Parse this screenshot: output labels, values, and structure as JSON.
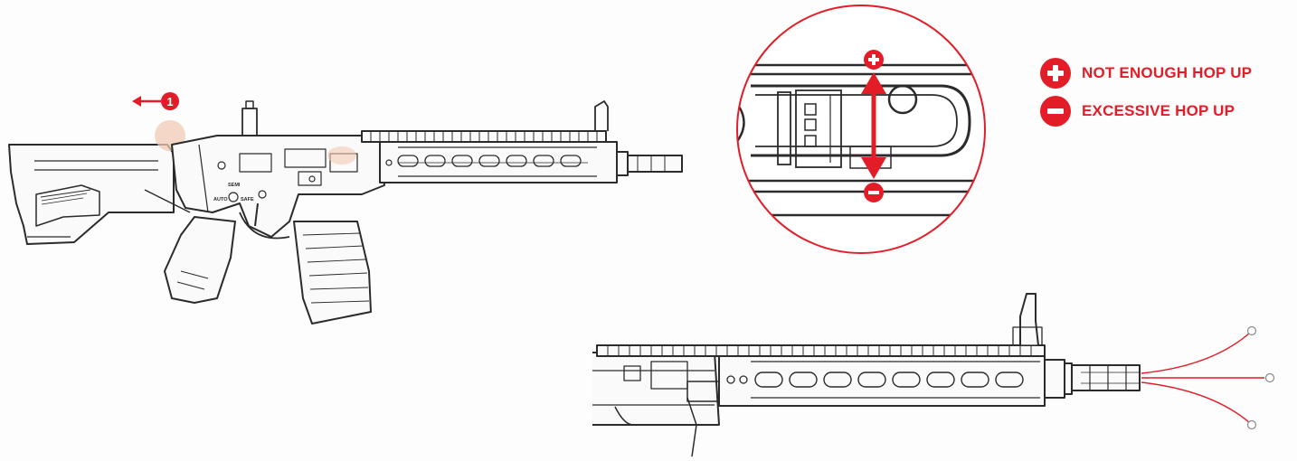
{
  "legend": {
    "plus_label": "NOT ENOUGH HOP UP",
    "minus_label": "EXCESSIVE HOP UP"
  },
  "step": {
    "number": "1"
  },
  "receiver_markings": {
    "auto": "AUTO",
    "semi": "SEMI",
    "safe": "SAFE"
  },
  "colors": {
    "accent": "#e21d27",
    "line": "#2b2b2b",
    "highlight": "#f2c9b4"
  },
  "icons": [
    "plus-circle-icon",
    "minus-circle-icon",
    "arrow-left-icon",
    "double-arrow-icon"
  ]
}
